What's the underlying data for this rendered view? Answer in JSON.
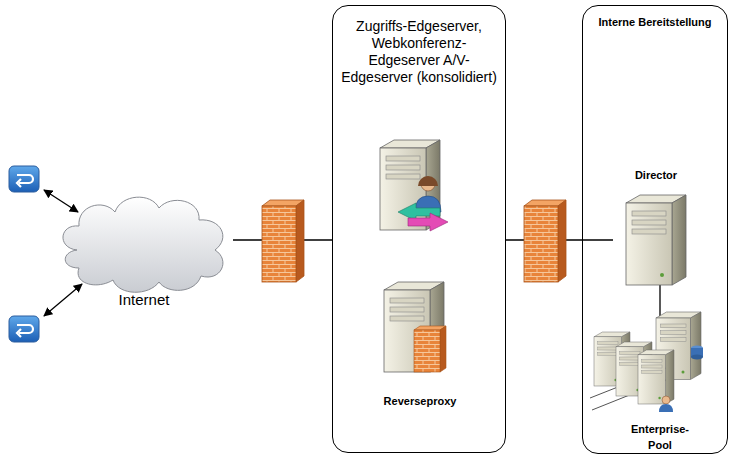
{
  "diagram": {
    "nodes": [
      {
        "text": [
          "Internet"
        ]
      },
      {
        "text": [
          "Zugriffs-Edgeserver, Webkonferenz- Edgeserver A/V-Edgeserver (konsolidiert)"
        ]
      },
      {
        "text": [
          "Reverseproxy"
        ],
        "in": 1
      },
      {
        "text": [
          "Interne Bereitstellung"
        ]
      },
      {
        "text": [
          "Director"
        ],
        "in": 3
      },
      {
        "text": [
          "Enterprise- Pool"
        ],
        "in": 3
      }
    ],
    "edges": [
      {
        "from": 0,
        "to": 1,
        "arrow": "none"
      },
      {
        "from": 1,
        "to": 4,
        "arrow": "none"
      },
      {
        "from": 4,
        "to": 5,
        "arrow": "none"
      }
    ]
  }
}
